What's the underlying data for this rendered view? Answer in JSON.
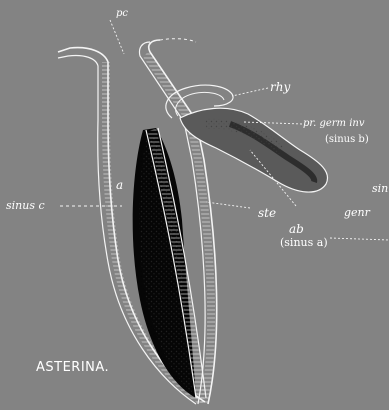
{
  "figure": {
    "labels": {
      "pc": "pc",
      "rhy": "rhy",
      "pr_germ_inv": "pr. germ inv",
      "sinus_b": "(sinus b)",
      "sin_cut": "sin",
      "ab": "ab",
      "sinus_a": "(sinus a)",
      "genr_cut": "genr",
      "sinus_c": "sinus c",
      "a": "a",
      "ste": "ste"
    },
    "caption": "ASTERINA."
  }
}
